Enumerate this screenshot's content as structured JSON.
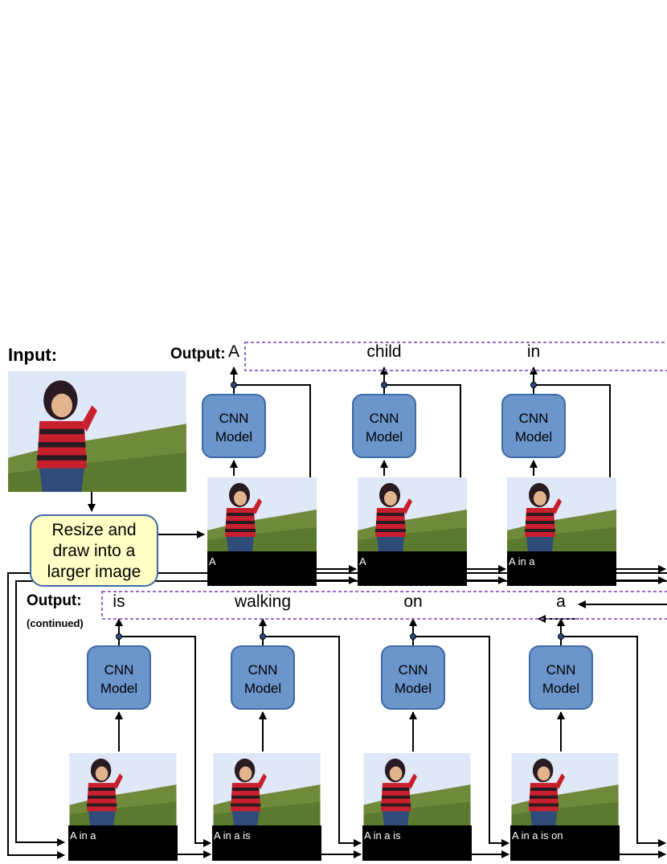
{
  "input_label": "Input:",
  "output_label": "Output:",
  "output_label_continued": "Output:",
  "continued_note": "(continued)",
  "resize_box_lines": [
    "Resize and",
    "draw into a",
    "larger image"
  ],
  "cnn_line1": "CNN",
  "cnn_line2": "Model",
  "row1_words": [
    "A",
    "child",
    "in"
  ],
  "row2_words": [
    "is",
    "walking",
    "on",
    "a"
  ],
  "strip_texts": [
    "",
    "A",
    "A",
    "A in a",
    "A in a is",
    "A in a is",
    "A in a is on"
  ],
  "colors": {
    "cnn_fill": "#6b95cb",
    "cnn_stroke": "#3e6aa6",
    "resize_fill": "#ffffc6",
    "resize_stroke": "#3e6aa6",
    "dashed_box": "#9a6bc4",
    "sky": "#dfe8f6",
    "grass": "#6f8a3a",
    "shirt_red": "#c81f2c",
    "shirt_dark": "#2a1a22",
    "jeans": "#2f4b7a"
  }
}
